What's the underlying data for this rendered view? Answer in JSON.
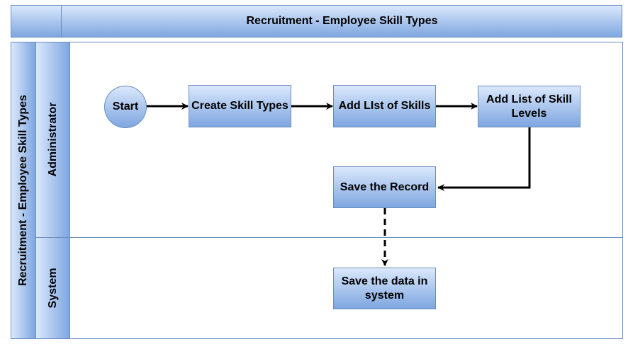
{
  "header": {
    "title": "Recruitment - Employee Skill Types"
  },
  "pool": {
    "label": "Recruitment - Employee Skill Types"
  },
  "lanes": {
    "admin": "Administrator",
    "system": "System"
  },
  "nodes": {
    "start": "Start",
    "create_skill_types": "Create Skill Types",
    "add_list_of_skills": "Add LIst of Skills",
    "add_list_of_skill_levels": "Add List of Skill Levels",
    "save_the_record": "Save the Record",
    "save_data_in_system": "Save the data in system"
  },
  "colors": {
    "fill_top": "#dae8fc",
    "fill_bottom": "#7ea6e0",
    "stroke": "#6c8ebf",
    "edge": "#000000"
  }
}
